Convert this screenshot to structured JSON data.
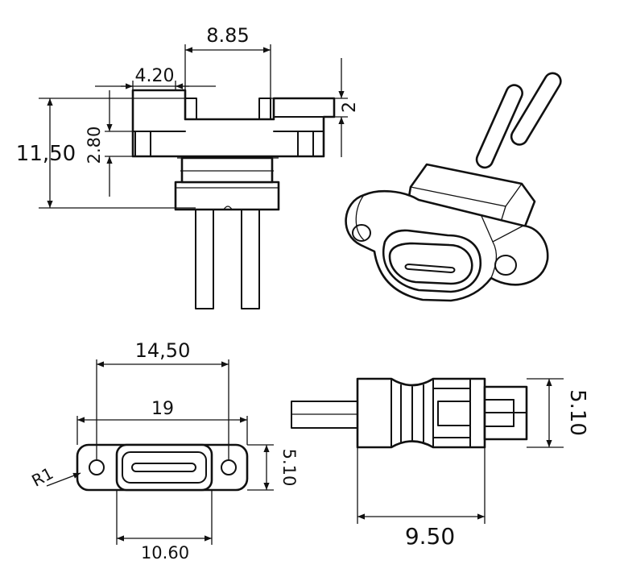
{
  "drawing": {
    "front_view": {
      "overall_width": "8.85",
      "flange_offset": "4.20",
      "height": "11,50",
      "flange_height": "2.80",
      "top_step": "2"
    },
    "face_view": {
      "hole_span": "14,50",
      "flange_length": "19",
      "radius": "R1",
      "height": "5.10",
      "port_width": "10.60"
    },
    "side_view": {
      "height": "5.10",
      "body_length": "9.50"
    }
  }
}
